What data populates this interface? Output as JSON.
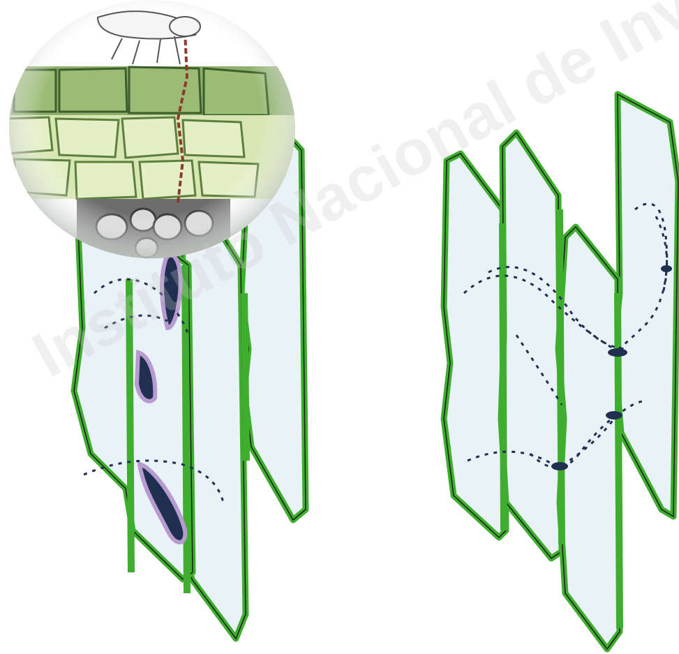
{
  "figure": {
    "watermark_text": "Instituto Nacional de Investig",
    "colors": {
      "background": "#ffffff",
      "cell_wall_green": "#3fae2f",
      "cell_outline": "#1b1b1b",
      "cell_fill": "#e9f2f7",
      "leaf_dark": "#8fb06d",
      "leaf_light": "#d7e6b3",
      "stylet": "#8b3a2f",
      "pathogen_dark": "#1f2f4f",
      "pathogen_halo": "#b79bd0",
      "vessel_gray": "#c9c9c9"
    },
    "left_panel": {
      "content": "infected-xylem-vessels-with-insect-vector"
    },
    "right_panel": {
      "content": "xylem-vessels-with-bacteria-spread"
    }
  }
}
